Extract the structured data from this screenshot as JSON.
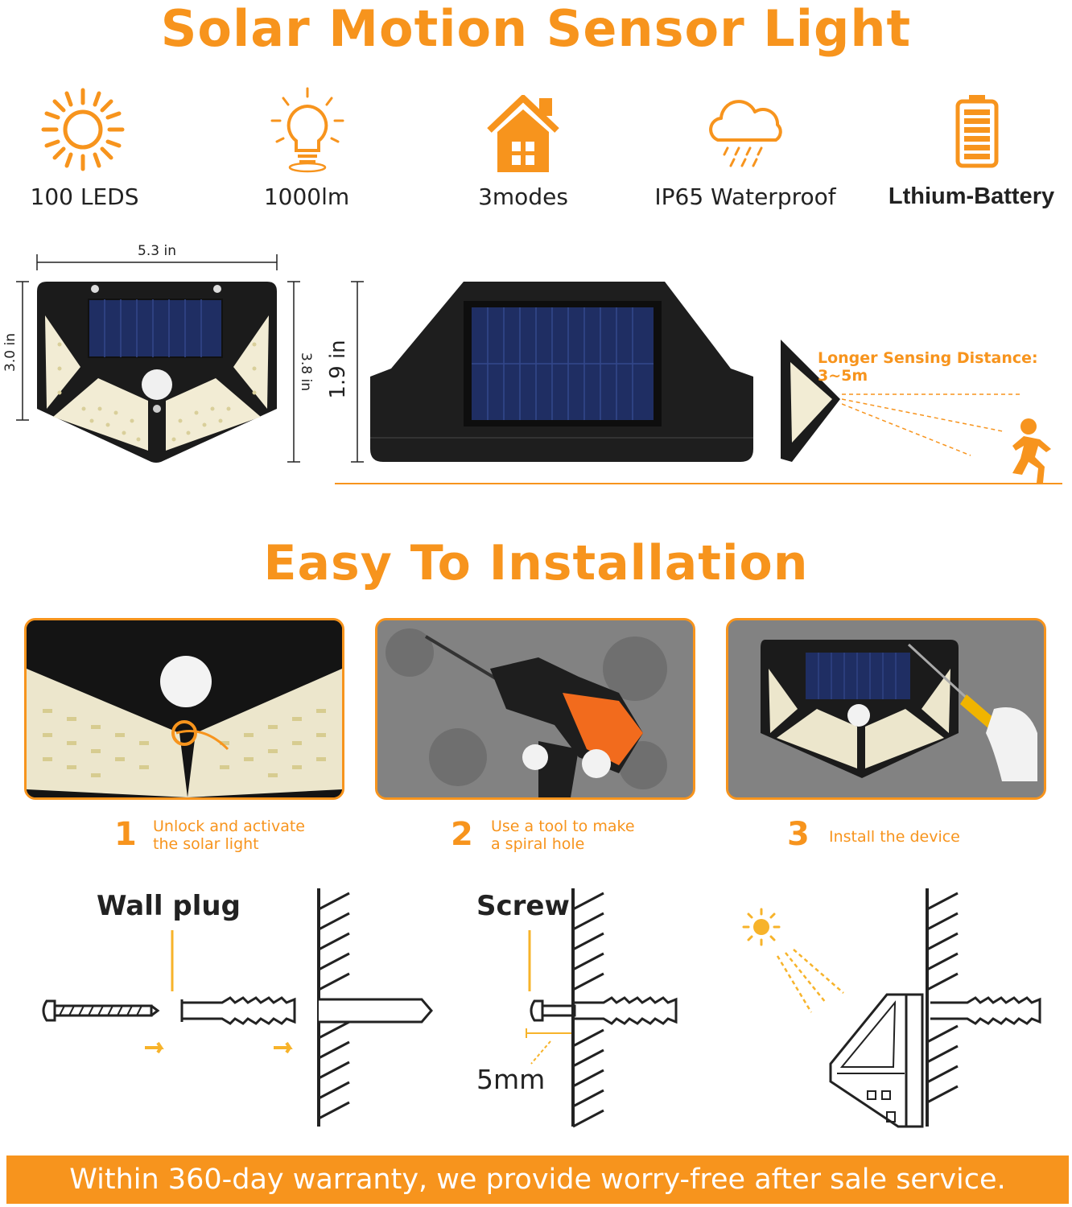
{
  "header": {
    "title": "Solar Motion Sensor Light"
  },
  "features": [
    {
      "icon": "sun-icon",
      "label": "100 LEDS"
    },
    {
      "icon": "light-bulb-icon",
      "label": "1000lm"
    },
    {
      "icon": "house-icon",
      "label": "3modes"
    },
    {
      "icon": "rain-cloud-icon",
      "label": "IP65 Waterproof"
    },
    {
      "icon": "battery-icon",
      "label": "Lthium-Battery"
    }
  ],
  "dimensions": {
    "width": "5.3 in",
    "height_left": "3.0 in",
    "height_right": "3.8 in",
    "depth": "1.9 in",
    "sensing": "Longer Sensing Distance: 3~5m"
  },
  "installation": {
    "title": "Easy To Installation",
    "steps": [
      {
        "number": "1",
        "line1": "Unlock and activate",
        "line2": "the solar light"
      },
      {
        "number": "2",
        "line1": "Use a tool to make",
        "line2": "a spiral hole"
      },
      {
        "number": "3",
        "line1": "Install the device",
        "line2": ""
      }
    ]
  },
  "diagram": {
    "wall_plug": "Wall plug",
    "screw": "Screw",
    "size": "5mm"
  },
  "footer": {
    "warranty": "Within 360-day warranty, we provide worry-free after sale service."
  },
  "colors": {
    "accent": "#f7941d",
    "text": "#222222",
    "panel": "#1b1b1b"
  }
}
